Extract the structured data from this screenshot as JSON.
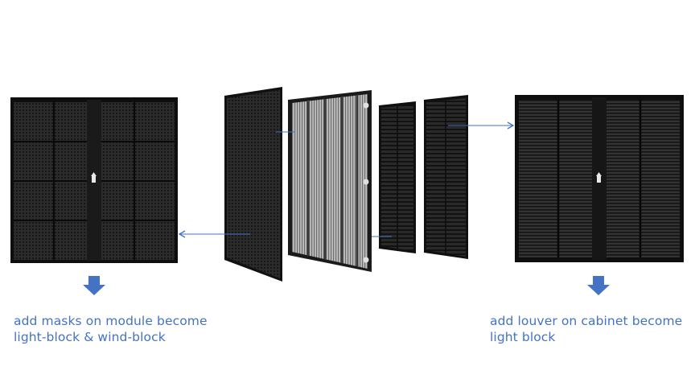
{
  "colors": {
    "accent": "#4472c4",
    "panel_dark": "#1c1c1c",
    "frame": "#0e0e0e",
    "background": "#ffffff"
  },
  "icons": {
    "down_arrow": "down-arrow-icon",
    "connector_arrow": "arrow-icon"
  },
  "captions": {
    "left": {
      "line1": "add masks on module become",
      "line2": "light-block & wind-block"
    },
    "right": {
      "line1": "add louver on cabinet become",
      "line2": "light block"
    }
  }
}
